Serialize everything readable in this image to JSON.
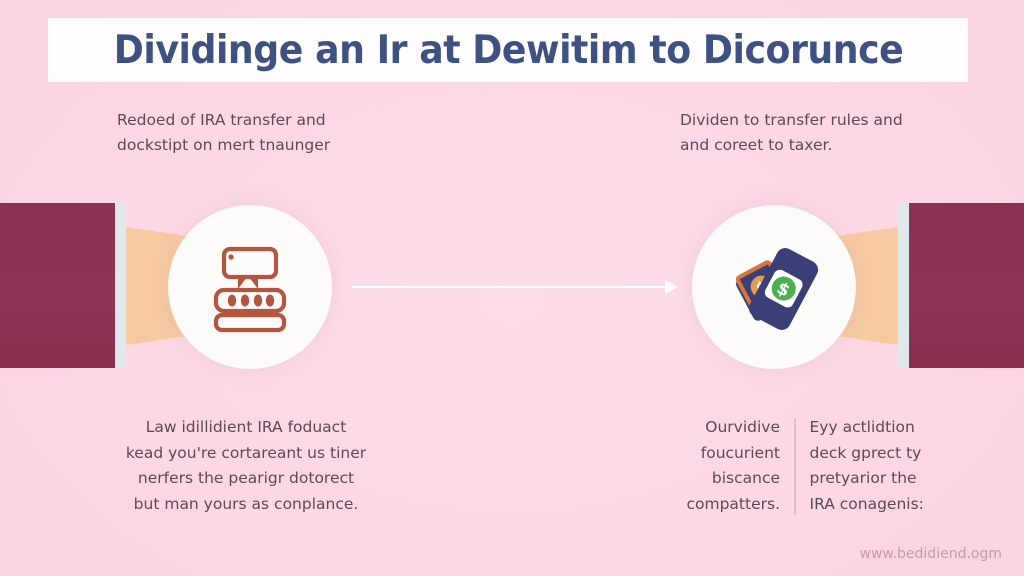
{
  "page": {
    "background_color": "#fbd6e3",
    "title": "Dividinge an Ir at Dewitim to Dicorunce",
    "title_color": "#3d5282"
  },
  "captions": {
    "left": {
      "line1": "Redoed of IRA transfer and",
      "line2": "dockstipt on mert tnaunger"
    },
    "right": {
      "line1": "Dividen to transfer rules and",
      "line2": "and coreet to taxer."
    }
  },
  "icons": {
    "left": {
      "name": "register-keyboard-icon",
      "color": "#b5543f"
    },
    "right": {
      "name": "money-transfer-phones-icon",
      "phone_color": "#3b3f77",
      "coin_green": "#4caf50",
      "coin_orange": "#e08a3c",
      "symbol": "$"
    },
    "arrow": {
      "name": "right-arrow-icon",
      "color": "#ffffff"
    }
  },
  "arms": {
    "sleeve_color": "#8e3355",
    "cuff_color": "#dfe8ea",
    "skin_color": "#f6caa0"
  },
  "body": {
    "left": {
      "line1": "Law idillidient IRA foduact",
      "line2": "kead you're cortareant us tiner",
      "line3": "nerfers the pearigr dotorect",
      "line4": "but man yours as conplance."
    },
    "right_col1": {
      "line1": "Ourvidive",
      "line2": "foucurient",
      "line3": "biscance",
      "line4": "compatters."
    },
    "right_col2": {
      "line1": "Eyy actlidtion",
      "line2": "deck gprect ty",
      "line3": "pretyarior the",
      "line4": "IRA conagenis:"
    }
  },
  "footer": {
    "url": "www.bedidiend.ogm"
  }
}
